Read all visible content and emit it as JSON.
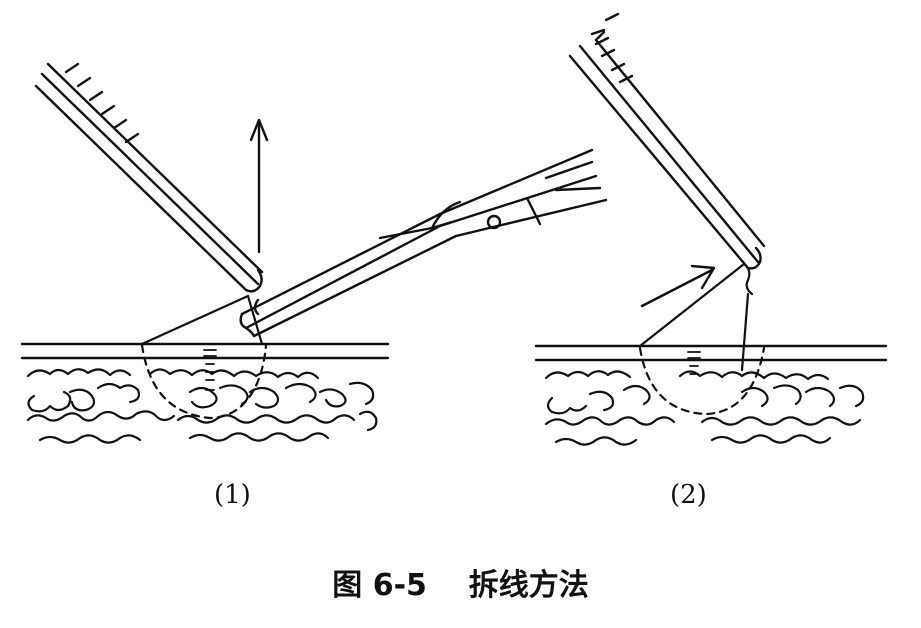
{
  "panels": [
    {
      "label": "(1)"
    },
    {
      "label": "(2)"
    }
  ],
  "caption": "图 6-5    拆线方法",
  "colors": {
    "ink": "#111111",
    "paper": "#ffffff"
  }
}
